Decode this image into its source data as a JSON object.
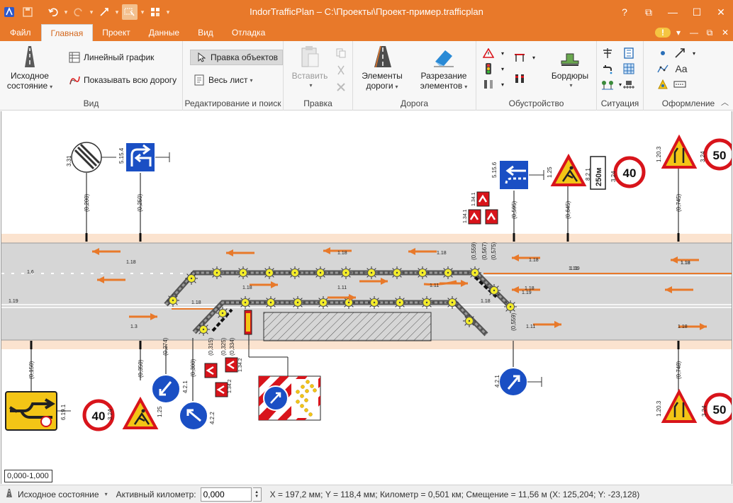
{
  "window": {
    "title": "IndorTrafficPlan – C:\\Проекты\\Проект-пример.trafficplan",
    "controls": {
      "help": "?",
      "restore_alt": "⧉",
      "minimize": "—",
      "maximize": "☐",
      "close": "✕"
    }
  },
  "quick_access": {
    "icons": [
      "app-logo-icon",
      "save-icon",
      "undo-icon",
      "redo-icon",
      "pointer-tool-icon",
      "select-tool-icon",
      "layout-icon",
      "customize-icon"
    ]
  },
  "tabs": [
    {
      "label": "Файл"
    },
    {
      "label": "Главная"
    },
    {
      "label": "Проект"
    },
    {
      "label": "Данные"
    },
    {
      "label": "Вид"
    },
    {
      "label": "Отладка"
    }
  ],
  "ribbon": {
    "view": {
      "initial_state_line1": "Исходное",
      "initial_state_line2": "состояние",
      "linear_chart": "Линейный график",
      "show_whole_road": "Показывать всю дорогу",
      "label": "Вид"
    },
    "edit": {
      "edit_objects": "Правка объектов",
      "whole_sheet": "Весь лист",
      "label": "Редактирование и поиск"
    },
    "clipboard": {
      "paste": "Вставить",
      "label": "Правка"
    },
    "road": {
      "elements_line1": "Элементы",
      "elements_line2": "дороги",
      "cutting_line1": "Разрезание",
      "cutting_line2": "элементов",
      "label": "Дорога"
    },
    "furnishing": {
      "curbs": "Бордюры",
      "label": "Обустройство"
    },
    "situation": {
      "label": "Ситуация"
    },
    "design": {
      "text_tool": "Aa",
      "label": "Оформление"
    }
  },
  "plan": {
    "signs": {
      "top": [
        "3.31",
        "5.15.4",
        "5.15.6",
        "1.25",
        "8.2.1",
        "3.24",
        "1.20.3",
        "3.24"
      ],
      "top_offsets": [
        "(0,200)",
        "(0,250)",
        "(0,595)",
        "(0,645)",
        "(0,745)"
      ],
      "bottom": [
        "6.19.1",
        "3.24",
        "1.25",
        "4.2.1",
        "4.2.2",
        "4.2.1",
        "1.20.3",
        "3.24"
      ],
      "bottom_offsets": [
        "(0,150)",
        "(0,350)",
        "(0,274)",
        "(0,300)",
        "(0,315)",
        "(0,325)",
        "(0,334)",
        "(0,559)",
        "(0,748)"
      ],
      "side_labels": [
        "1.34.1",
        "1.34.1",
        "1.34.2",
        "1.34.2"
      ],
      "lane_offsets": [
        "(0,559)",
        "(0,567)",
        "(0,575)"
      ],
      "speed_limit": "40",
      "speed_limit_end": "50",
      "distance_plate": "250м"
    },
    "markings": [
      "1.6",
      "1.18",
      "1.18",
      "1.18",
      "1.18",
      "1.18",
      "1.18",
      "1.11",
      "1.11",
      "1.11",
      "1.19",
      "1.19",
      "1.19",
      "1.18",
      "1.18",
      "1.3",
      "1.11",
      "1.18",
      "1.18",
      "1.18"
    ]
  },
  "coord_box": "0,000-1,000",
  "status": {
    "state": "Исходное состояние",
    "km_label": "Активный километр:",
    "km_value": "0,000",
    "coords": "X = 197,2 мм; Y = 118,4 мм; Километр = 0,501 км; Смещение = 11,56 м (X: 125,204; Y: -23,128)"
  },
  "colors": {
    "accent": "#e8792a",
    "road": "#d4d4d4",
    "shoulder": "#fbe3cf",
    "sign_blue": "#1a4fc4",
    "sign_red": "#d8141b",
    "sign_yellow": "#f3c516",
    "lamp": "#f3ec2a"
  }
}
